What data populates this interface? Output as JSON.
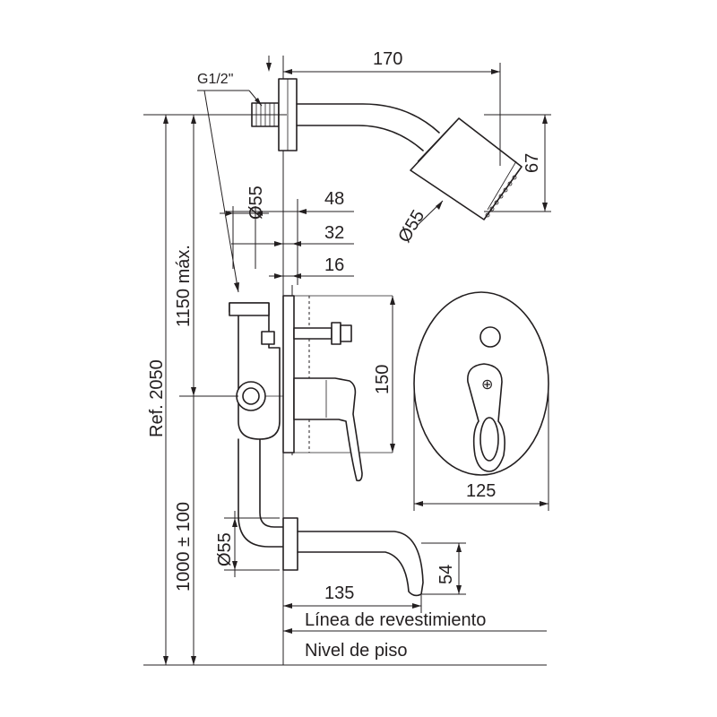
{
  "labels": {
    "thread": "G1/2\"",
    "arm_length": "170",
    "head_height": "67",
    "head_diameter": "Ø55",
    "wall_flange_diameter": "Ø55",
    "depth_48": "48",
    "depth_32": "32",
    "depth_16": "16",
    "max_height": "1150 máx.",
    "reference_height": "Ref. 2050",
    "plate_height": "150",
    "plate_width": "125",
    "spout_height_range": "1000 ± 100",
    "spout_flange_diameter": "Ø55",
    "spout_length": "135",
    "spout_drop": "54",
    "cladding_line": "Línea de revestimiento",
    "floor_level": "Nivel de piso"
  }
}
